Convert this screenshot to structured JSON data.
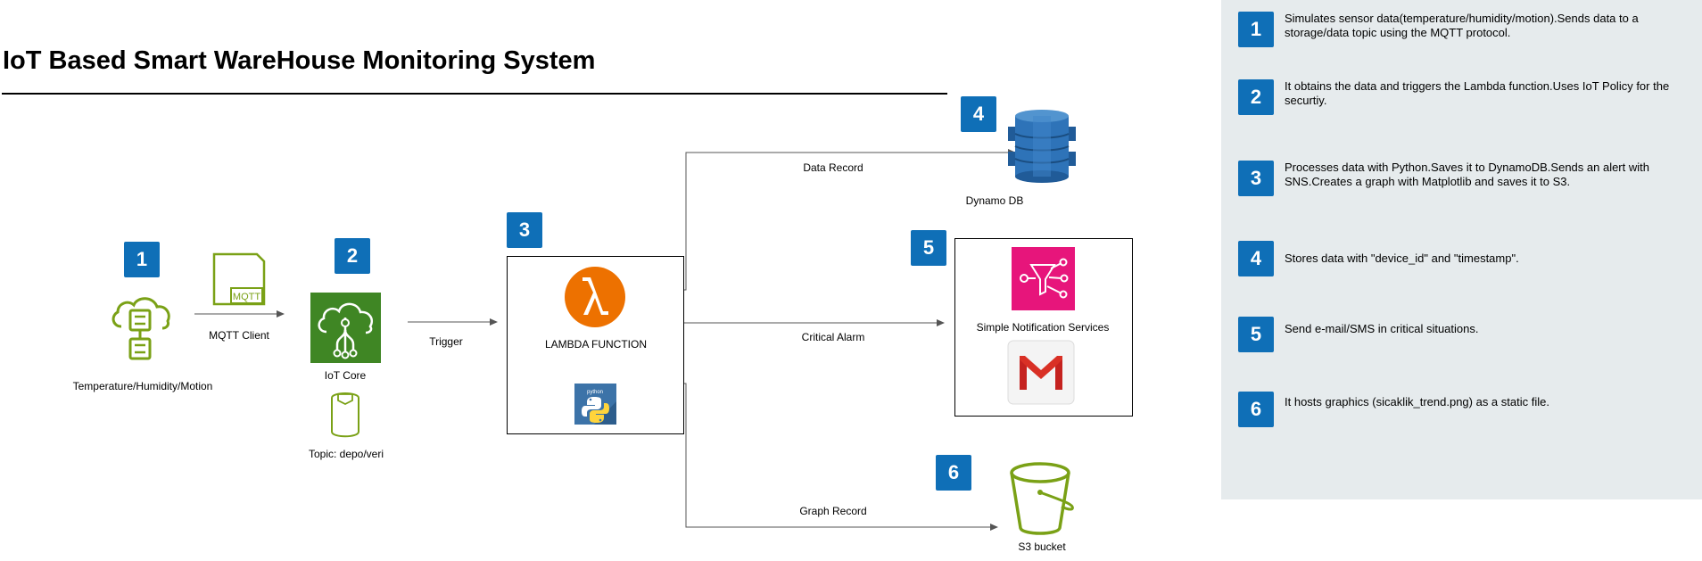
{
  "title": "IoT Based Smart WareHouse Monitoring System",
  "badges": {
    "b1": "1",
    "b2": "2",
    "b3": "3",
    "b4": "4",
    "b5": "5",
    "b6": "6"
  },
  "nodes": {
    "sensor": "Temperature/Humidity/Motion",
    "mqtt_client": "MQTT Client",
    "mqtt_icon_text": "MQTT",
    "iot_core": "IoT Core",
    "topic": "Topic: depo/veri",
    "lambda": "LAMBDA FUNCTION",
    "python_icon_text": "python",
    "dynamodb": "Dynamo DB",
    "sns": "Simple Notification Services",
    "s3": "S3 bucket"
  },
  "edges": {
    "trigger": "Trigger",
    "data_record": "Data Record",
    "critical_alarm": "Critical Alarm",
    "graph_record": "Graph Record"
  },
  "steps": [
    {
      "num": "1",
      "text": "Simulates sensor data(temperature/humidity/motion).Sends data to a storage/data topic using the MQTT protocol."
    },
    {
      "num": "2",
      "text": "It obtains the data and triggers the Lambda function.Uses IoT Policy for the securtiy."
    },
    {
      "num": "3",
      "text": "Processes data with Python.Saves it to DynamoDB.Sends an alert with SNS.Creates a graph with Matplotlib and saves it to S3."
    },
    {
      "num": "4",
      "text": "Stores data with \"device_id\" and \"timestamp\"."
    },
    {
      "num": "5",
      "text": "Send e-mail/SMS in critical situations."
    },
    {
      "num": "6",
      "text": "It hosts graphics (sicaklik_trend.png) as a static file."
    }
  ],
  "colors": {
    "badge": "#0f6fb7",
    "iot_green": "#7aa116",
    "iot_core_bg": "#3f8624",
    "lambda_orange": "#ed7100",
    "sns_pink": "#e7157b",
    "dynamo_blue": "#2e73b8",
    "s3_green": "#7aa116",
    "panel_bg": "#e6ebed"
  },
  "icons": {
    "sensor": "iot-sensor-cloud-icon",
    "mqtt": "mqtt-client-icon",
    "iot_core": "iot-core-icon",
    "topic": "iot-topic-icon",
    "lambda": "lambda-icon",
    "python": "python-icon",
    "dynamodb": "dynamodb-icon",
    "sns": "sns-icon",
    "gmail": "gmail-icon",
    "s3": "s3-bucket-icon"
  }
}
